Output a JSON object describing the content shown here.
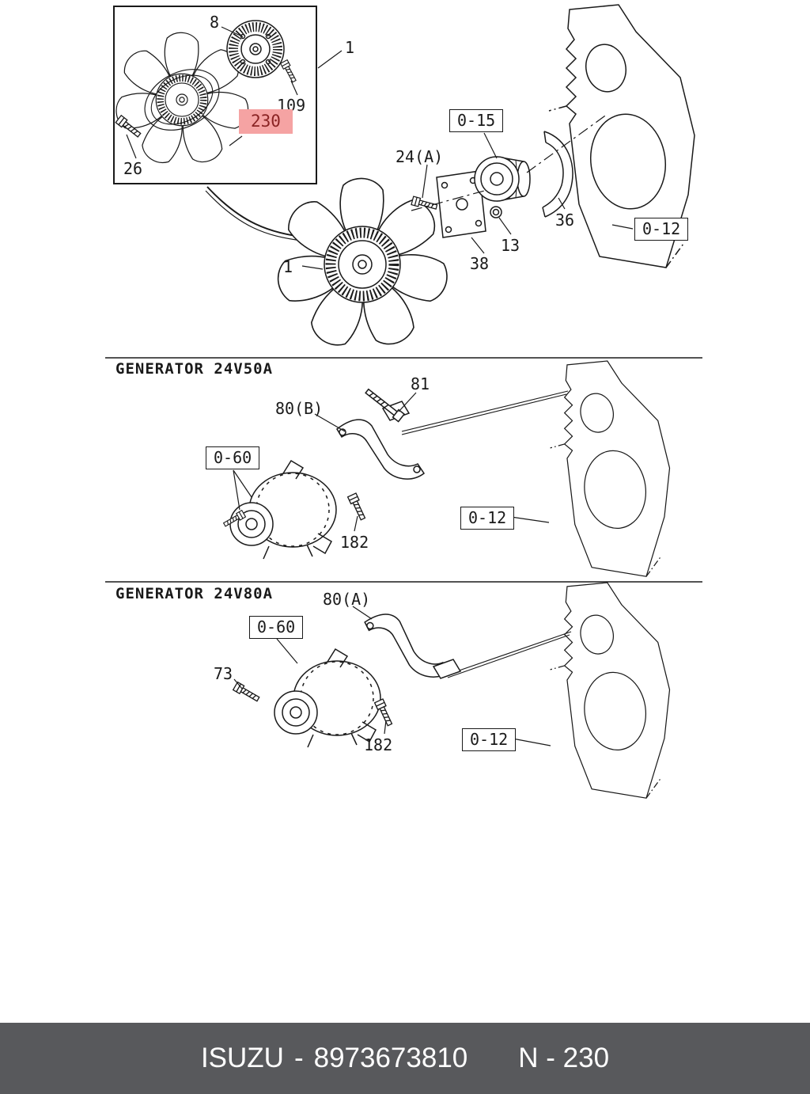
{
  "top_section": {
    "callouts": {
      "clutch": "8",
      "fan_inset": "1",
      "bolt_109": "109",
      "bolt_26": "26",
      "fan_main": "1",
      "bracket_24a": "24(A)",
      "nut_13": "13",
      "plate_38": "38",
      "belt_guard_36": "36"
    },
    "highlighted_part": "230",
    "refs": {
      "pulley": "0-15",
      "engine_block": "0-12"
    }
  },
  "generator_24v50a_section": {
    "title": "GENERATOR 24V50A",
    "callouts": {
      "bolt_81": "81",
      "bracket_80b": "80(B)",
      "bolt_182": "182"
    },
    "refs": {
      "generator": "0-60",
      "engine_block": "0-12"
    }
  },
  "generator_24v80a_section": {
    "title": "GENERATOR 24V80A",
    "callouts": {
      "bracket_80a": "80(A)",
      "bolt_73": "73",
      "bolt_182": "182"
    },
    "refs": {
      "generator": "0-60",
      "engine_block": "0-12"
    }
  },
  "footer": {
    "brand": "ISUZU",
    "separator": "-",
    "part_number": "8973673810",
    "page_code": "N - 230"
  },
  "colors": {
    "highlight_bg": "#f5a3a3",
    "highlight_text": "#8a2424",
    "footer_bg": "#58595c",
    "footer_text": "#ffffff",
    "line_color": "#1a1a1a"
  }
}
